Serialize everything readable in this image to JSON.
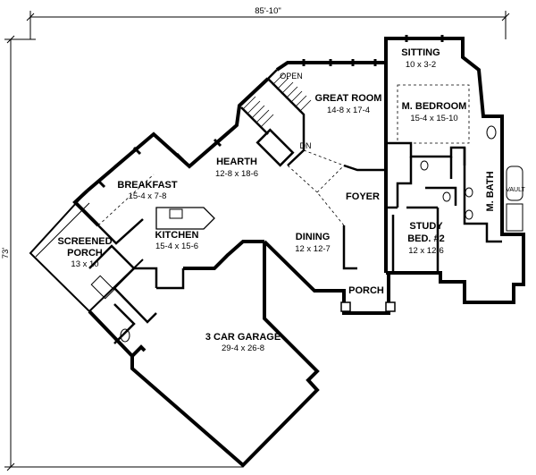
{
  "overall": {
    "width": "85'-10\"",
    "depth": "73'"
  },
  "rooms": {
    "sitting": {
      "name": "SITTING",
      "size": "10 x 3-2"
    },
    "great": {
      "name": "GREAT ROOM",
      "size": "14-8 x 17-4"
    },
    "mbed": {
      "name": "M. BEDROOM",
      "size": "15-4 x 15-10"
    },
    "hearth": {
      "name": "HEARTH",
      "size": "12-8 x 18-6"
    },
    "breakfast": {
      "name": "BREAKFAST",
      "size": "15-4 x 7-8"
    },
    "foyer": {
      "name": "FOYER"
    },
    "mbath": {
      "name": "M. BATH"
    },
    "screened1": {
      "name": "SCREENED"
    },
    "screened2": {
      "name": "PORCH",
      "size": "13 x 10"
    },
    "kitchen": {
      "name": "KITCHEN",
      "size": "15-4 x 15-6"
    },
    "dining": {
      "name": "DINING",
      "size": "12 x 12-7"
    },
    "study1": {
      "name": "STUDY"
    },
    "study2": {
      "name": "BED. #2",
      "size": "12 x 12-6"
    },
    "porch": {
      "name": "PORCH"
    },
    "garage": {
      "name": "3 CAR GARAGE",
      "size": "29-4 x 26-8"
    }
  },
  "notes": {
    "open": "OPEN",
    "dn": "DN",
    "vault": "VAULT"
  }
}
